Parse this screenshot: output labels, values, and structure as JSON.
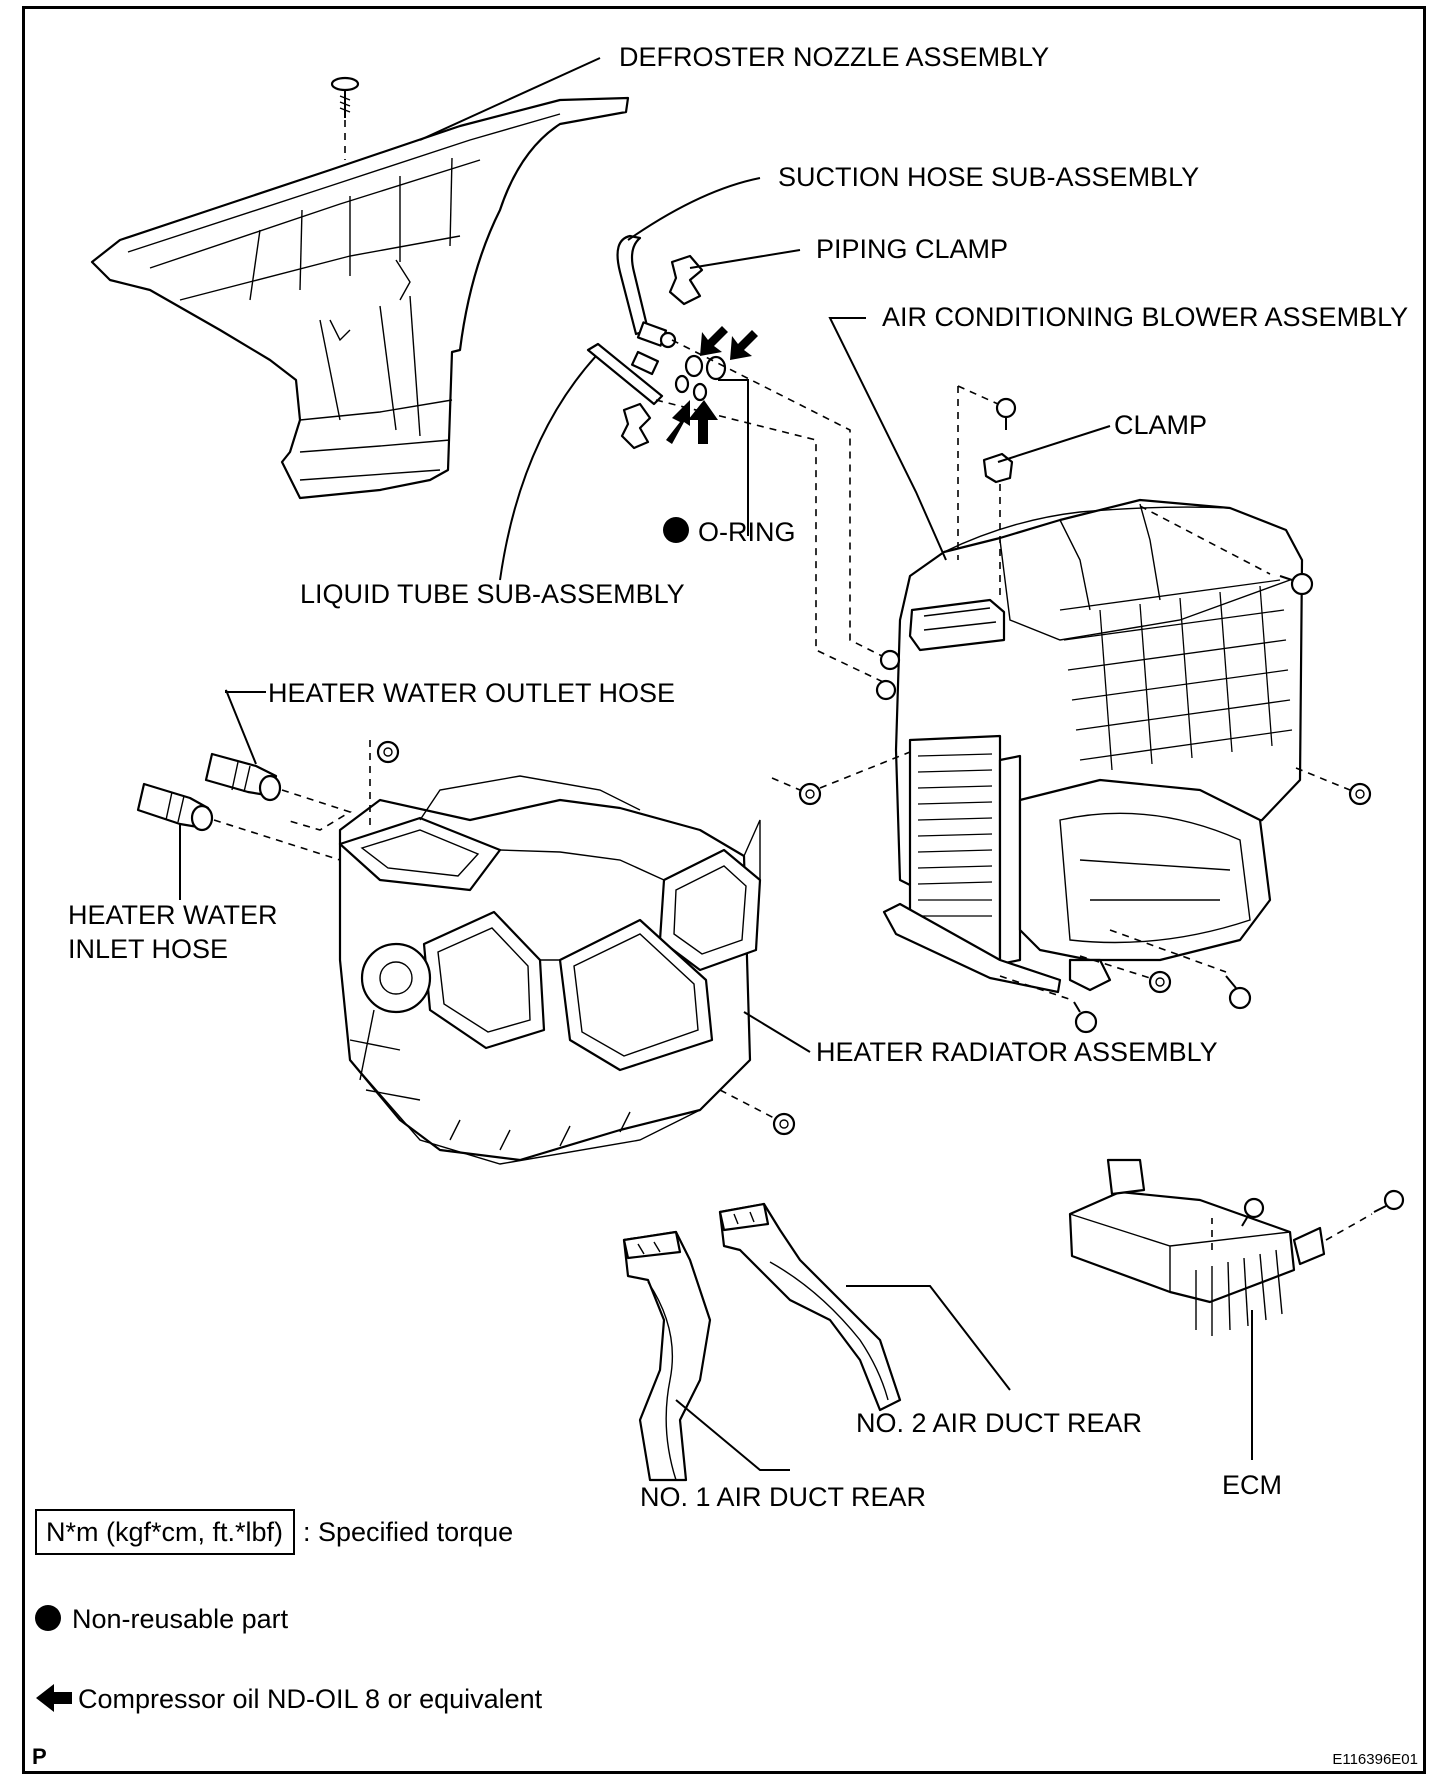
{
  "labels": {
    "defroster_nozzle": "DEFROSTER NOZZLE ASSEMBLY",
    "suction_hose": "SUCTION HOSE SUB-ASSEMBLY",
    "piping_clamp": "PIPING CLAMP",
    "ac_blower": "AIR CONDITIONING BLOWER ASSEMBLY",
    "clamp": "CLAMP",
    "o_ring": "O-RING",
    "liquid_tube": "LIQUID TUBE SUB-ASSEMBLY",
    "heater_outlet_hose": "HEATER WATER OUTLET HOSE",
    "heater_inlet_hose_line1": "HEATER WATER",
    "heater_inlet_hose_line2": "INLET HOSE",
    "heater_radiator": "HEATER RADIATOR ASSEMBLY",
    "no2_air_duct": "NO. 2 AIR DUCT REAR",
    "no1_air_duct": "NO. 1 AIR DUCT REAR",
    "ecm": "ECM"
  },
  "legend": {
    "torque_box": "N*m (kgf*cm, ft.*lbf)",
    "torque_text": ": Specified torque",
    "non_reusable": "Non-reusable part",
    "compressor_oil": "Compressor oil ND-OIL 8 or equivalent"
  },
  "footer": {
    "page_mark": "P",
    "figure_id": "E116396E01"
  }
}
